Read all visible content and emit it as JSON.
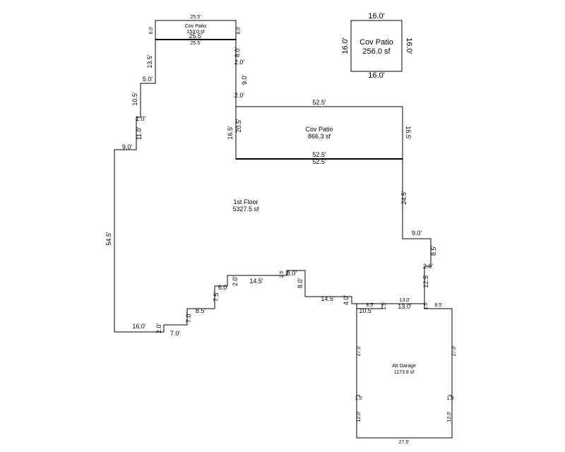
{
  "areas": {
    "first_floor": {
      "name": "1st Floor",
      "area": "5327.5 sf"
    },
    "cov_patio_main": {
      "name": "Cov Patio",
      "area": "866.3 sf"
    },
    "cov_patio_small": {
      "name": "Cov Patio",
      "area": "153.0 sf"
    },
    "cov_patio_detached": {
      "name": "Cov Patio",
      "area": "256.0 sf"
    },
    "garage": {
      "name": "Att Garage",
      "area": "1173.8 sf"
    }
  },
  "dimensions": {
    "cp_small_top": "25.5'",
    "cp_small_left": "6.0'",
    "cp_small_right": "6.0'",
    "cp_small_bottom_inner": "25.5'",
    "cp_small_bottom_outer": "25.5'",
    "d_13_5": "13.5'",
    "d_5_0": "5.0'",
    "d_10_5": "10.5'",
    "d_1_0": "1.0'",
    "d_11_0": "11.0'",
    "d_9_0_left": "9.0'",
    "d_54_5": "54.5'",
    "d_16_0_bottom": "16.0'",
    "d_2_0_bl": "2.0'",
    "d_7_0_bottom": "7.0'",
    "d_7_0_step": "7.0'",
    "d_8_5_step": "8.5'",
    "d_7_5_step": "7.5'",
    "d_6_0_step": "6.0'",
    "d_2_0_step": "2.0'",
    "d_14_5_top": "14.5'",
    "d_2_5_step": "2.5'",
    "d_8_0_top": "8.0'",
    "d_8_0_side": "8.0'",
    "d_14_5_bottom": "14.5'",
    "d_4_0": "4.0'",
    "d_8_0_notch": "8.0'",
    "d_2_0_notch_a": "2.0'",
    "d_9_0_notch": "9.0'",
    "d_2_0_notch_b": "2.0'",
    "cp_main_top": "52.5'",
    "cp_main_left_outer": "16.5'",
    "cp_main_left_inner": "20.5'",
    "cp_main_right": "16.5'",
    "cp_main_bottom_inner": "52.5'",
    "cp_main_bottom_outer": "52.5'",
    "d_24_5": "24.5'",
    "d_9_0_right": "9.0'",
    "d_8_5_right": "8.5'",
    "d_2_0_right": "2.0'",
    "d_12_5": "12.5'",
    "d_13_0_outer": "13.0'",
    "d_13_0_inner": "13.0'",
    "d_1_5_left": "1.5'",
    "d_1_5_right": "1.5'",
    "g_8_5_left": "8.5'",
    "g_8_5_right": "8.5'",
    "g_27_5_left": "27.5'",
    "g_27_0_right": "27.0'",
    "g_1_5_left": "1.5'",
    "g_12_0_left": "12.0'",
    "g_1_5_right": "1.5'",
    "g_12_0_right": "12.0'",
    "g_27_5_bottom": "27.5'",
    "detached_top": "16.0'",
    "detached_bottom": "16.0'",
    "detached_left": "16.0'",
    "detached_right": "16.0'"
  }
}
